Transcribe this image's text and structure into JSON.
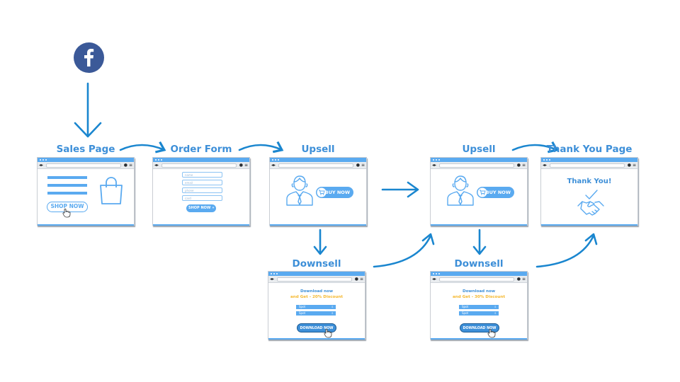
{
  "nodes": {
    "sales_page": {
      "title": "Sales Page",
      "button": "SHOP NOW"
    },
    "order_form": {
      "title": "Order Form",
      "fields": [
        "name",
        "email",
        "phone",
        "card"
      ],
      "button": "SHOP NOW"
    },
    "upsell_1": {
      "title": "Upsell",
      "button": "BUY NOW"
    },
    "upsell_2": {
      "title": "Upsell",
      "button": "BUY NOW"
    },
    "thank_you": {
      "title": "Thank You Page",
      "heading": "Thank You!"
    },
    "downsell_1": {
      "title": "Downsell",
      "line1": "Download now",
      "line2": "and Get - 20% Discount",
      "rows": [
        "Spot",
        "Spot"
      ],
      "button": "DOWNLOAD NOW"
    },
    "downsell_2": {
      "title": "Downsell",
      "line1": "Download now",
      "line2": "and Get - 30% Discount",
      "rows": [
        "Spot",
        "Spot"
      ],
      "button": "DOWNLOAD NOW"
    }
  },
  "source_icon": "facebook-icon",
  "colors": {
    "accent": "#3d8fd8",
    "arrow": "#1a86cf",
    "facebook": "#3b5998",
    "discount": "#f5b82e"
  }
}
